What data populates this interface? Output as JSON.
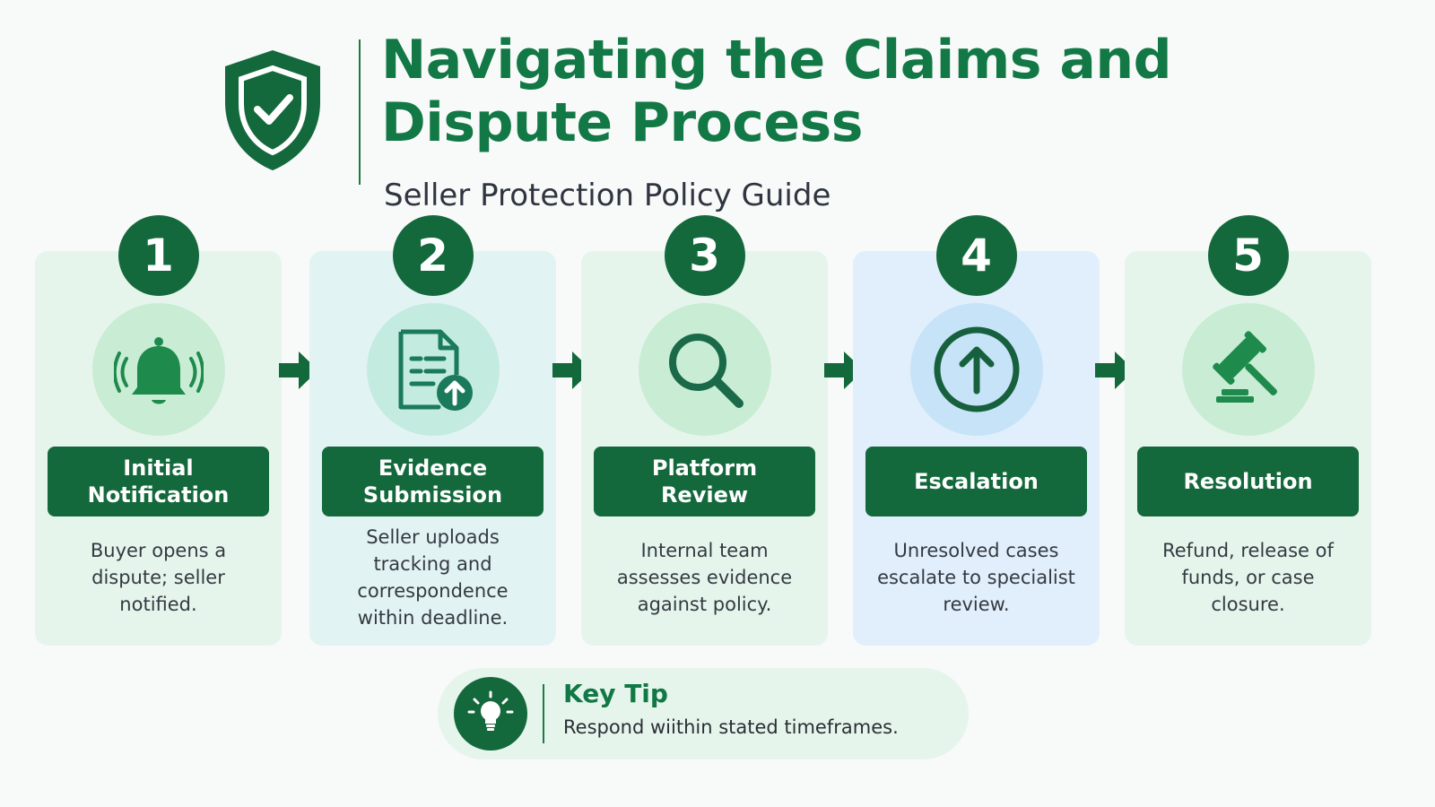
{
  "header": {
    "title": "Navigating the Claims and Dispute Process",
    "subtitle": "Seller Protection Policy Guide",
    "icon": "shield-check-icon"
  },
  "colors": {
    "primary": "#14693c",
    "title": "#127845",
    "card_green": "#e6f5ec",
    "card_teal": "#e2f3f3",
    "card_blue": "#e1effc"
  },
  "steps": [
    {
      "number": "1",
      "title": "Initial\nNotification",
      "description": "Buyer opens a dispute; seller notified.",
      "icon": "bell-icon"
    },
    {
      "number": "2",
      "title": "Evidence\nSubmission",
      "description": "Seller uploads tracking and correspondence within deadline.",
      "icon": "document-upload-icon"
    },
    {
      "number": "3",
      "title": "Platform\nReview",
      "description": "Internal team assesses evidence against policy.",
      "icon": "magnifier-icon"
    },
    {
      "number": "4",
      "title": "Escalation",
      "description": "Unresolved cases escalate to specialist review.",
      "icon": "arrow-up-circle-icon"
    },
    {
      "number": "5",
      "title": "Resolution",
      "description": "Refund, release of funds, or case closure.",
      "icon": "gavel-icon"
    }
  ],
  "tip": {
    "title": "Key Tip",
    "text": "Respond wiithin stated timeframes.",
    "icon": "lightbulb-icon"
  }
}
